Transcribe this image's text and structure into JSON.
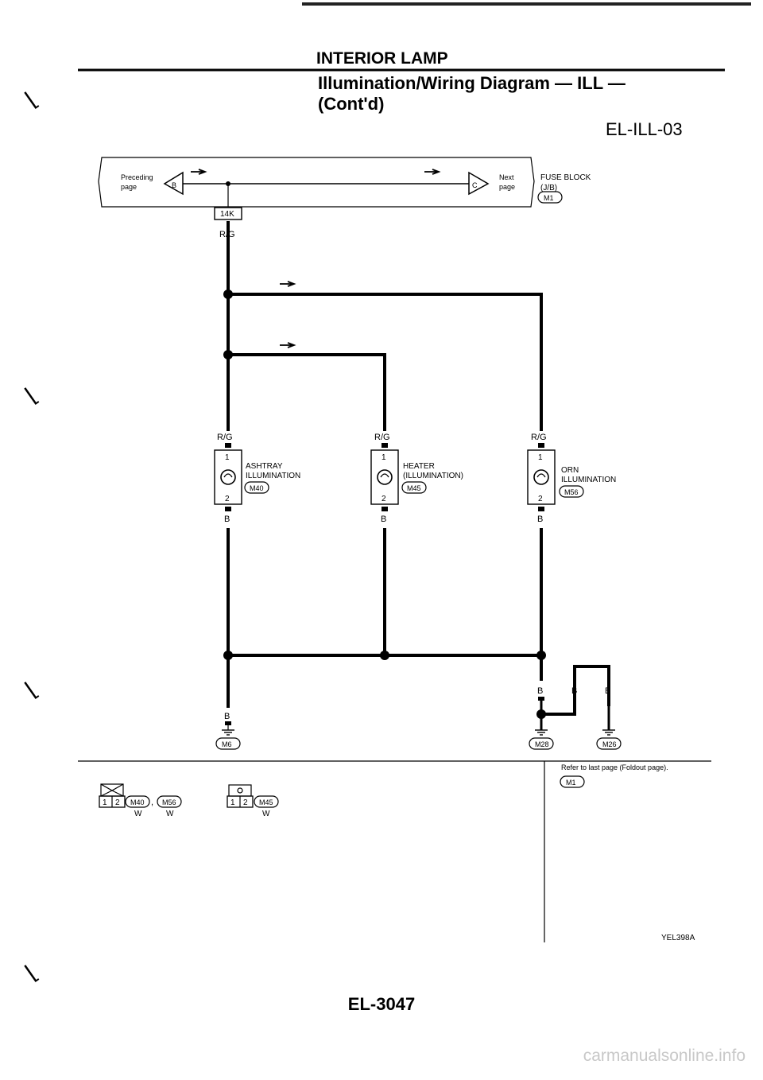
{
  "header": {
    "section": "INTERIOR LAMP",
    "title_line1": "Illumination/Wiring Diagram — ILL —",
    "title_line2": "(Cont'd)",
    "diagram_code": "EL-ILL-03"
  },
  "top_bus": {
    "preceding_label_1": "Preceding",
    "preceding_label_2": "page",
    "preceding_letter": "B",
    "next_label_1": "Next",
    "next_label_2": "page",
    "next_letter": "C",
    "fuse_block_1": "FUSE BLOCK",
    "fuse_block_2": "(J/B)",
    "fuse_connector": "M1",
    "junction_terminal": "14K",
    "wire_color": "R/G"
  },
  "components": [
    {
      "name_1": "ASHTRAY",
      "name_2": "ILLUMINATION",
      "connector": "M40",
      "pin_top": "1",
      "pin_bottom": "2",
      "wire_in": "R/G",
      "wire_out": "B"
    },
    {
      "name_1": "HEATER",
      "name_2": "(ILLUMINATION)",
      "connector": "M45",
      "pin_top": "1",
      "pin_bottom": "2",
      "wire_in": "R/G",
      "wire_out": "B"
    },
    {
      "name_1": "ORN",
      "name_2": "ILLUMINATION",
      "connector": "M56",
      "pin_top": "1",
      "pin_bottom": "2",
      "wire_in": "R/G",
      "wire_out": "B"
    }
  ],
  "grounds": [
    {
      "connector": "M6",
      "wire": "B"
    },
    {
      "connector": "M28",
      "wire": "B"
    },
    {
      "connector": "M26",
      "wire": "B"
    }
  ],
  "ground_extra_wire": "B",
  "legend": {
    "connector_a1": "M40",
    "separator": ",",
    "connector_a2": "M56",
    "color_a1": "W",
    "color_a2": "W",
    "pin_a1": "1",
    "pin_a2": "2",
    "connector_b": "M45",
    "color_b": "W",
    "pin_b1": "1",
    "pin_b2": "2",
    "refer_note": "Refer to last page (Foldout page).",
    "refer_connector": "M1",
    "figure_code": "YEL398A"
  },
  "page_number": "EL-3047",
  "watermark": "carmanualsonline.info"
}
